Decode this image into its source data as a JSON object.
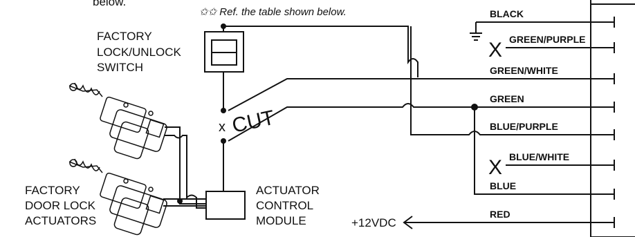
{
  "top_note": "below.",
  "ref_note": "✩✩ Ref. the table shown below.",
  "switch_label": [
    "FACTORY",
    "LOCK/UNLOCK",
    "SWITCH"
  ],
  "actuators_label": [
    "FACTORY",
    "DOOR LOCK",
    "ACTUATORS"
  ],
  "module_label": [
    "ACTUATOR",
    "CONTROL",
    "MODULE"
  ],
  "cut_label": "CUT",
  "cut_marker": "x",
  "power_label": "+12VDC",
  "wires": [
    {
      "name": "BLACK",
      "marker": ""
    },
    {
      "name": "GREEN/PURPLE",
      "marker": "X"
    },
    {
      "name": "GREEN/WHITE",
      "marker": ""
    },
    {
      "name": "GREEN",
      "marker": ""
    },
    {
      "name": "BLUE/PURPLE",
      "marker": ""
    },
    {
      "name": "BLUE/WHITE",
      "marker": "X"
    },
    {
      "name": "BLUE",
      "marker": ""
    },
    {
      "name": "RED",
      "marker": ""
    }
  ]
}
